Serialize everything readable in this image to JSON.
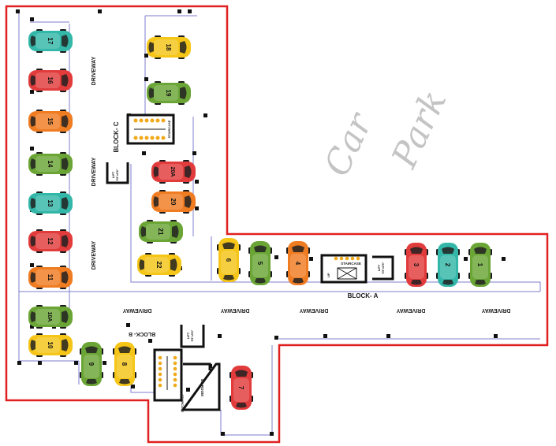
{
  "labels": {
    "driveway": "DRIVEWAY",
    "block_a": "BLOCK- A",
    "block_b": "BLOCK- B",
    "block_c": "BLOCK- C",
    "staircase": "STAIRCASE",
    "lift": "LIFT",
    "lift_size": "5'6\"x5'6\"",
    "eb_room": "EB ROOM",
    "up": "UP",
    "car": "Car",
    "park": "Park"
  },
  "colors": {
    "outline": "#e02020",
    "partition": "#7c7ccf",
    "yellow": "#f5c518",
    "green": "#6aa535",
    "red": "#e23b3b",
    "orange": "#f07c22",
    "teal": "#33b7a8",
    "tyre": "#1a1a1a"
  },
  "cars": [
    {
      "id": "17",
      "color": "teal"
    },
    {
      "id": "16",
      "color": "red"
    },
    {
      "id": "15",
      "color": "orange"
    },
    {
      "id": "14",
      "color": "green"
    },
    {
      "id": "13",
      "color": "teal"
    },
    {
      "id": "12",
      "color": "red"
    },
    {
      "id": "11",
      "color": "orange"
    },
    {
      "id": "10A",
      "color": "green"
    },
    {
      "id": "10",
      "color": "yellow"
    },
    {
      "id": "18",
      "color": "yellow"
    },
    {
      "id": "19",
      "color": "green"
    },
    {
      "id": "20A",
      "color": "red"
    },
    {
      "id": "20",
      "color": "orange"
    },
    {
      "id": "21",
      "color": "green"
    },
    {
      "id": "22",
      "color": "yellow"
    },
    {
      "id": "9",
      "color": "green"
    },
    {
      "id": "8",
      "color": "yellow"
    },
    {
      "id": "7",
      "color": "red"
    },
    {
      "id": "6",
      "color": "yellow"
    },
    {
      "id": "5",
      "color": "green"
    },
    {
      "id": "4",
      "color": "orange"
    },
    {
      "id": "3",
      "color": "red"
    },
    {
      "id": "2",
      "color": "teal"
    },
    {
      "id": "1",
      "color": "green"
    }
  ]
}
